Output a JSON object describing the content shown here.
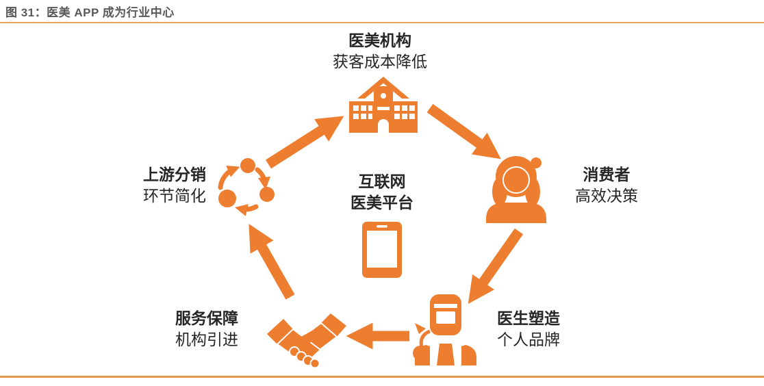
{
  "title": "图 31：医美 APP 成为行业中心",
  "colors": {
    "accent_orange": "#EE7E2F",
    "top_divider": "#F0A35B",
    "bottom_divider": "#E6954C",
    "title_text": "#595959",
    "label_text": "#262626",
    "background": "#FFFFFF"
  },
  "center": {
    "line1": "互联网",
    "line2": "医美平台",
    "icon": "smartphone-icon"
  },
  "nodes": [
    {
      "id": "institution",
      "position": "top",
      "label": "医美机构",
      "sublabel": "获客成本降低",
      "icon": "hospital-building-icon"
    },
    {
      "id": "consumer",
      "position": "right",
      "label": "消费者",
      "sublabel": "高效决策",
      "icon": "female-consumer-icon"
    },
    {
      "id": "doctor",
      "position": "bottom-right",
      "label": "医生塑造",
      "sublabel": "个人品牌",
      "icon": "doctor-icon"
    },
    {
      "id": "service",
      "position": "bottom-left",
      "label": "服务保障",
      "sublabel": "机构引进",
      "icon": "handshake-icon"
    },
    {
      "id": "upstream",
      "position": "left",
      "label": "上游分销",
      "sublabel": "环节简化",
      "icon": "distribution-cycle-icon"
    }
  ],
  "flow": [
    {
      "from": "上游分销",
      "to": "医美机构"
    },
    {
      "from": "医美机构",
      "to": "消费者"
    },
    {
      "from": "消费者",
      "to": "医生塑造"
    },
    {
      "from": "医生塑造",
      "to": "服务保障"
    },
    {
      "from": "服务保障",
      "to": "上游分销"
    }
  ]
}
